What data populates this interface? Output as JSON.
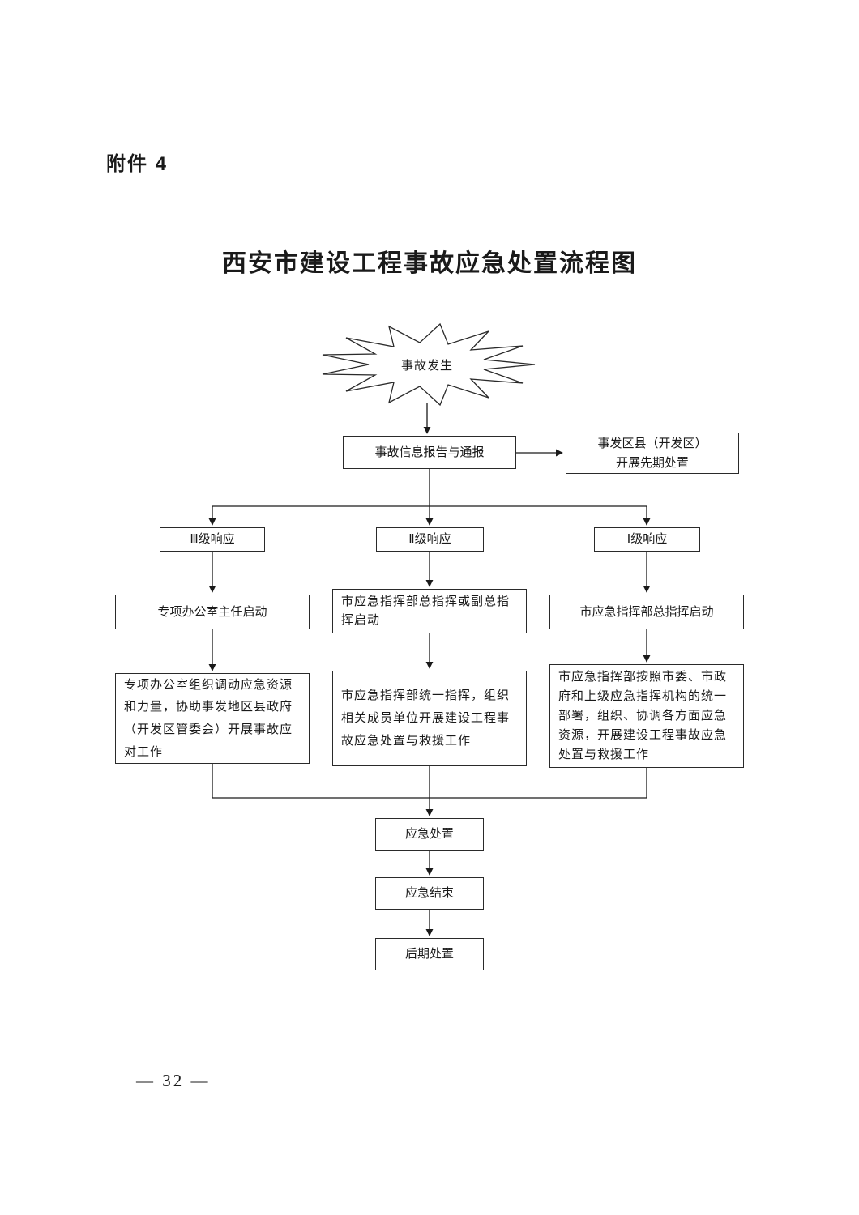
{
  "page": {
    "attachment_label": "附件 4",
    "title": "西安市建设工程事故应急处置流程图",
    "page_number": "— 32 —"
  },
  "flowchart": {
    "start": {
      "label": "事故发生"
    },
    "report": {
      "label": "事故信息报告与通报"
    },
    "preliminary": {
      "label": "事发区县（开发区）开展先期处置"
    },
    "level3": {
      "label": "Ⅲ级响应"
    },
    "level2": {
      "label": "Ⅱ级响应"
    },
    "level1": {
      "label": "Ⅰ级响应"
    },
    "level3_action": {
      "label": "专项办公室主任启动"
    },
    "level2_action": {
      "label": "市应急指挥部总指挥或副总指挥启动"
    },
    "level1_action": {
      "label": "市应急指挥部总指挥启动"
    },
    "level3_detail": {
      "label": "专项办公室组织调动应急资源和力量，协助事发地区县政府（开发区管委会）开展事故应对工作"
    },
    "level2_detail": {
      "label": "市应急指挥部统一指挥，组织相关成员单位开展建设工程事故应急处置与救援工作"
    },
    "level1_detail": {
      "label": "市应急指挥部按照市委、市政府和上级应急指挥机构的统一部署，组织、协调各方面应急资源，开展建设工程事故应急处置与救援工作"
    },
    "disposal": {
      "label": "应急处置"
    },
    "finish": {
      "label": "应急结束"
    },
    "post": {
      "label": "后期处置"
    }
  },
  "colors": {
    "line": "#1a1a1a",
    "text": "#1a1a1a",
    "background": "#ffffff"
  }
}
